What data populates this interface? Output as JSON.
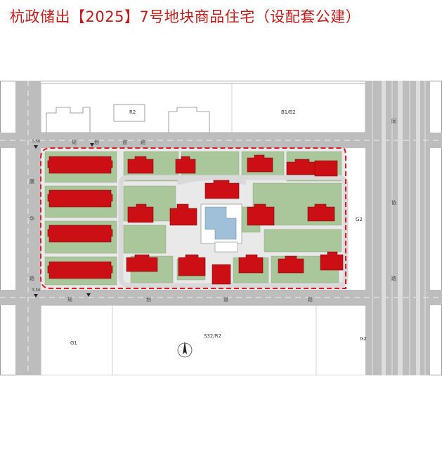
{
  "title": "杭政储出【2025】7号地块商品住宅（设配套公建）",
  "colors": {
    "title": "#c41a1a",
    "building": "#cc0f14",
    "green": "#aac79b",
    "road": "#b9b9b9",
    "boundary": "#e01b24"
  },
  "parcels": {
    "north_left": "R2",
    "north_right": "B1/B2",
    "south_middle": "S32/R2",
    "south_left": "G1",
    "south_right": "G2",
    "east": "G2"
  },
  "roads": {
    "west_chars": [
      "康",
      "华",
      "路"
    ],
    "north_chars": [
      "规",
      "划",
      "道",
      "路"
    ],
    "south_chars": [
      "规",
      "划",
      "道",
      "路"
    ],
    "east_chars": [
      "同",
      "协",
      "路"
    ]
  },
  "elevations": {
    "north_west": "5.50",
    "south_west": "5.50"
  },
  "north_arrow": "north-arrow-icon"
}
